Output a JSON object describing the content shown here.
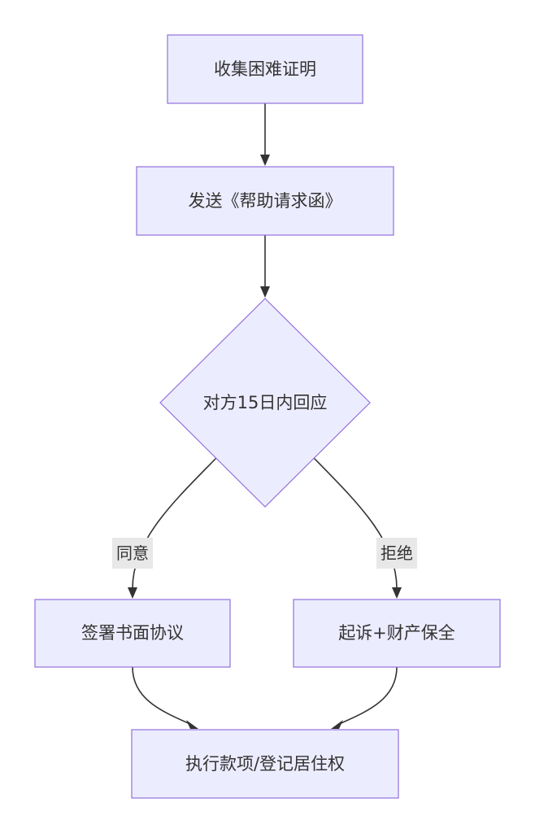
{
  "nodes": {
    "collect": "收集困难证明",
    "send": "发送《帮助请求函》",
    "decision": "对方15日内回应",
    "sign": "签署书面协议",
    "sue": "起诉+财产保全",
    "execute": "执行款项/登记居住权"
  },
  "edges": {
    "agree": "同意",
    "refuse": "拒绝"
  },
  "colors": {
    "node_fill": "#ececff",
    "node_stroke": "#9370db",
    "edge": "#333333",
    "label_bg": "#e8e8e8"
  }
}
